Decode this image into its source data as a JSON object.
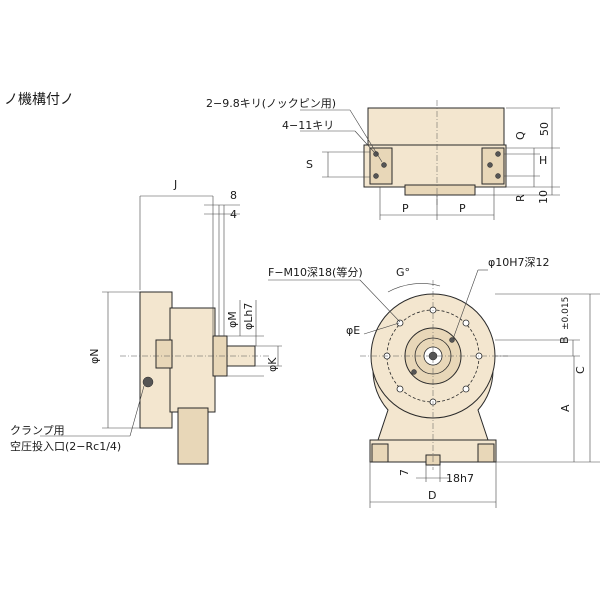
{
  "header": {
    "title": "ノ機構付ノ"
  },
  "labels": {
    "pin_hole": "2−9.8キリ(ノックピン用)",
    "bolt_hole": "4−11キリ",
    "S": "S",
    "Q": "Q",
    "H": "H",
    "R": "R",
    "dim_50": "50",
    "dim_10": "10",
    "P_left": "P",
    "P_right": "P",
    "J": "J",
    "dim_8": "8",
    "dim_4": "4",
    "phiM": "φM",
    "phiLh7": "φLh7",
    "phiK": "φK",
    "phiN": "φN",
    "clamp_line1": "クランプ用",
    "clamp_line2": "空圧投入口(2−Rc1/4)",
    "tapped": "F−M10深18(等分)",
    "G": "G°",
    "phi10": "φ10H7深12",
    "phiE": "φE",
    "B": "B",
    "B_tol": "±0.015",
    "C": "C",
    "A": "A",
    "dim_7": "7",
    "dim_18h7": "18h7",
    "D": "D"
  }
}
